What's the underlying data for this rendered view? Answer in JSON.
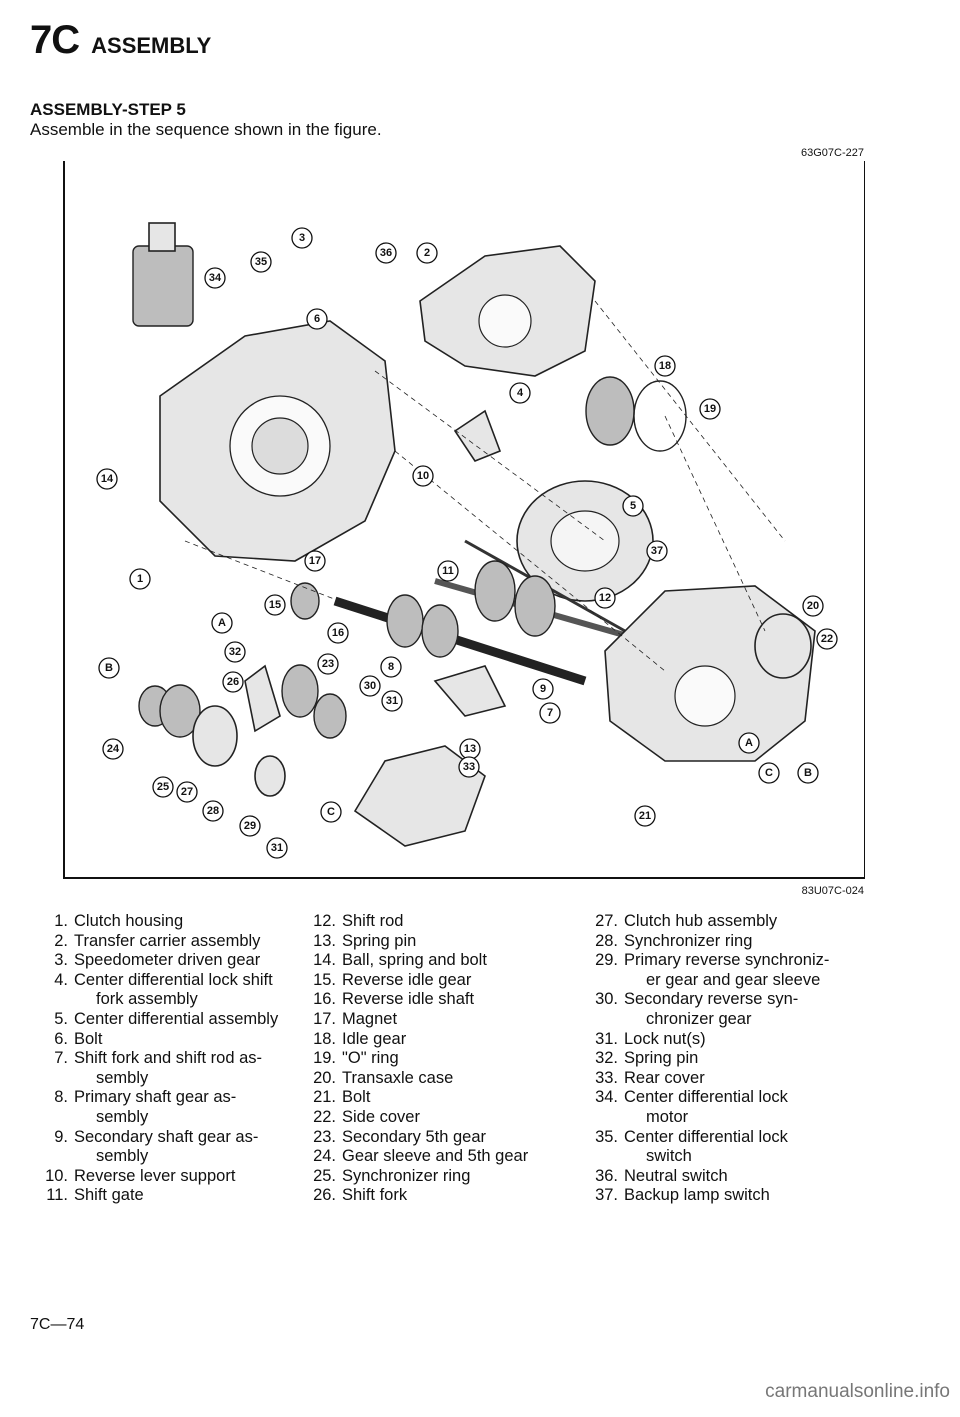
{
  "header": {
    "section_number": "7C",
    "section_title": "ASSEMBLY"
  },
  "step": {
    "title": "ASSEMBLY-STEP 5",
    "description": "Assemble in the sequence shown in the figure."
  },
  "figure": {
    "code_top": "63G07C-227",
    "code_bottom": "83U07C-024",
    "callouts": [
      "1",
      "2",
      "3",
      "4",
      "5",
      "6",
      "7",
      "8",
      "9",
      "10",
      "11",
      "12",
      "13",
      "14",
      "15",
      "16",
      "17",
      "18",
      "19",
      "20",
      "21",
      "22",
      "23",
      "24",
      "25",
      "26",
      "27",
      "28",
      "29",
      "30",
      "31",
      "31",
      "32",
      "33",
      "34",
      "35",
      "36",
      "37",
      "A",
      "A",
      "B",
      "B",
      "C",
      "C"
    ]
  },
  "legend": {
    "col1": [
      {
        "num": "1.",
        "text": "Clutch housing"
      },
      {
        "num": "2.",
        "text": "Transfer carrier assembly"
      },
      {
        "num": "3.",
        "text": "Speedometer driven gear"
      },
      {
        "num": "4.",
        "text": "Center differential lock shift"
      },
      {
        "num": "",
        "text": "fork assembly"
      },
      {
        "num": "5.",
        "text": "Center differential assembly"
      },
      {
        "num": "6.",
        "text": "Bolt"
      },
      {
        "num": "7.",
        "text": "Shift fork and shift rod as-"
      },
      {
        "num": "",
        "text": "sembly"
      },
      {
        "num": "8.",
        "text": "Primary shaft gear as-"
      },
      {
        "num": "",
        "text": "sembly"
      },
      {
        "num": "9.",
        "text": "Secondary shaft gear as-"
      },
      {
        "num": "",
        "text": "sembly"
      },
      {
        "num": "10.",
        "text": "Reverse lever support"
      },
      {
        "num": "11.",
        "text": "Shift gate"
      }
    ],
    "col2": [
      {
        "num": "12.",
        "text": "Shift rod"
      },
      {
        "num": "13.",
        "text": "Spring pin"
      },
      {
        "num": "14.",
        "text": "Ball, spring and bolt"
      },
      {
        "num": "15.",
        "text": "Reverse idle gear"
      },
      {
        "num": "16.",
        "text": "Reverse idle shaft"
      },
      {
        "num": "17.",
        "text": "Magnet"
      },
      {
        "num": "18.",
        "text": "Idle gear"
      },
      {
        "num": "19.",
        "text": "\"O\" ring"
      },
      {
        "num": "20.",
        "text": "Transaxle case"
      },
      {
        "num": "21.",
        "text": "Bolt"
      },
      {
        "num": "22.",
        "text": "Side cover"
      },
      {
        "num": "23.",
        "text": "Secondary 5th gear"
      },
      {
        "num": "24.",
        "text": "Gear sleeve and 5th gear"
      },
      {
        "num": "25.",
        "text": "Synchronizer ring"
      },
      {
        "num": "26.",
        "text": "Shift fork"
      }
    ],
    "col3": [
      {
        "num": "27.",
        "text": "Clutch hub assembly"
      },
      {
        "num": "28.",
        "text": "Synchronizer ring"
      },
      {
        "num": "29.",
        "text": "Primary reverse synchroniz-"
      },
      {
        "num": "",
        "text": "er gear and gear sleeve"
      },
      {
        "num": "30.",
        "text": "Secondary reverse syn-"
      },
      {
        "num": "",
        "text": "chronizer gear"
      },
      {
        "num": "31.",
        "text": "Lock nut(s)"
      },
      {
        "num": "32.",
        "text": "Spring pin"
      },
      {
        "num": "33.",
        "text": "Rear cover"
      },
      {
        "num": "34.",
        "text": "Center differential lock"
      },
      {
        "num": "",
        "text": "motor"
      },
      {
        "num": "35.",
        "text": "Center differential lock"
      },
      {
        "num": "",
        "text": "switch"
      },
      {
        "num": "36.",
        "text": "Neutral switch"
      },
      {
        "num": "37.",
        "text": "Backup lamp switch"
      }
    ]
  },
  "footer": {
    "page_number": "7C—74"
  },
  "watermark": "carmanualsonline.info"
}
